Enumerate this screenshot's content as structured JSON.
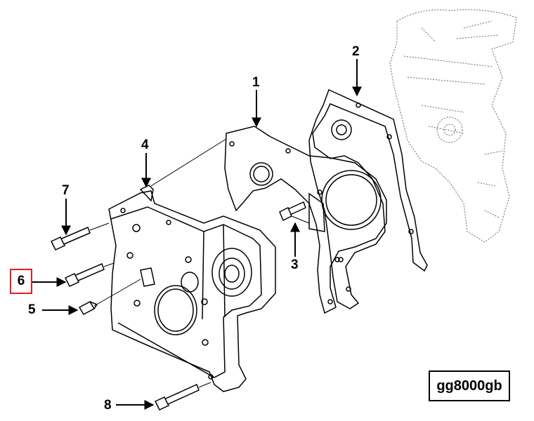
{
  "callouts": {
    "c1": "1",
    "c2": "2",
    "c3": "3",
    "c4": "4",
    "c5": "5",
    "c6": "6",
    "c7": "7",
    "c8": "8"
  },
  "reference_code": "gg8000gb",
  "colors": {
    "line": "#000000",
    "highlight_box": "#e02020",
    "background": "#ffffff"
  }
}
